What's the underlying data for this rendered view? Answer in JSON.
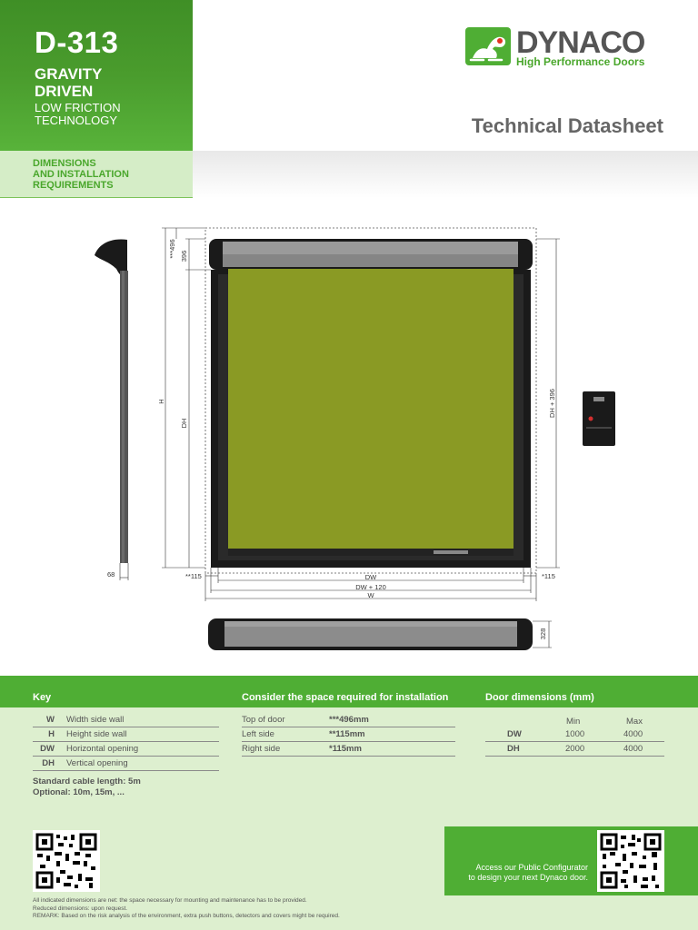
{
  "header": {
    "model": "D-313",
    "subtitle_1": "GRAVITY\nDRIVEN",
    "subtitle_2": "LOW FRICTION\nTECHNOLOGY",
    "section": "DIMENSIONS\nAND INSTALLATION\nREQUIREMENTS",
    "brand": "DYNACO",
    "tagline": "High Performance Doors",
    "doc_title": "Technical Datasheet"
  },
  "drawing": {
    "labels": {
      "h": "H",
      "dh": "DH",
      "top496": "***496",
      "t396": "396",
      "dh396": "DH + 396",
      "dw": "DW",
      "dw120": "DW + 120",
      "w": "W",
      "left115": "**115",
      "right115": "*115",
      "post68": "68",
      "roll328": "328"
    }
  },
  "key": {
    "heading": "Key",
    "items": [
      {
        "code": "W",
        "label": "Width side wall"
      },
      {
        "code": "H",
        "label": "Height side wall"
      },
      {
        "code": "DW",
        "label": "Horizontal opening"
      },
      {
        "code": "DH",
        "label": "Vertical opening"
      }
    ],
    "cable_line1": "Standard cable length: 5m",
    "cable_line2": "Optional: 10m, 15m, ..."
  },
  "installation": {
    "heading": "Consider the space required for installation",
    "rows": [
      {
        "label": "Top of door",
        "value": "***496mm"
      },
      {
        "label": "Left side",
        "value": "**115mm"
      },
      {
        "label": "Right side",
        "value": "*115mm"
      }
    ]
  },
  "door_dimensions": {
    "heading": "Door dimensions (mm)",
    "col_min": "Min",
    "col_max": "Max",
    "rows": [
      {
        "code": "DW",
        "min": "1000",
        "max": "4000"
      },
      {
        "code": "DH",
        "min": "2000",
        "max": "4000"
      }
    ]
  },
  "configurator": {
    "line1": "Access our Public Configurator",
    "line2": "to design your next Dynaco door."
  },
  "notes": [
    "All indicated dimensions are net: the space necessary for mounting and maintenance has to be provided.",
    "Reduced dimensions: upon request.",
    "REMARK: Based on the risk analysis of the environment, extra push buttons, detectors and covers might be required."
  ],
  "colors": {
    "brand_green": "#4fae34",
    "curtain": "#8a9a24",
    "frame": "#1a1a1a"
  }
}
